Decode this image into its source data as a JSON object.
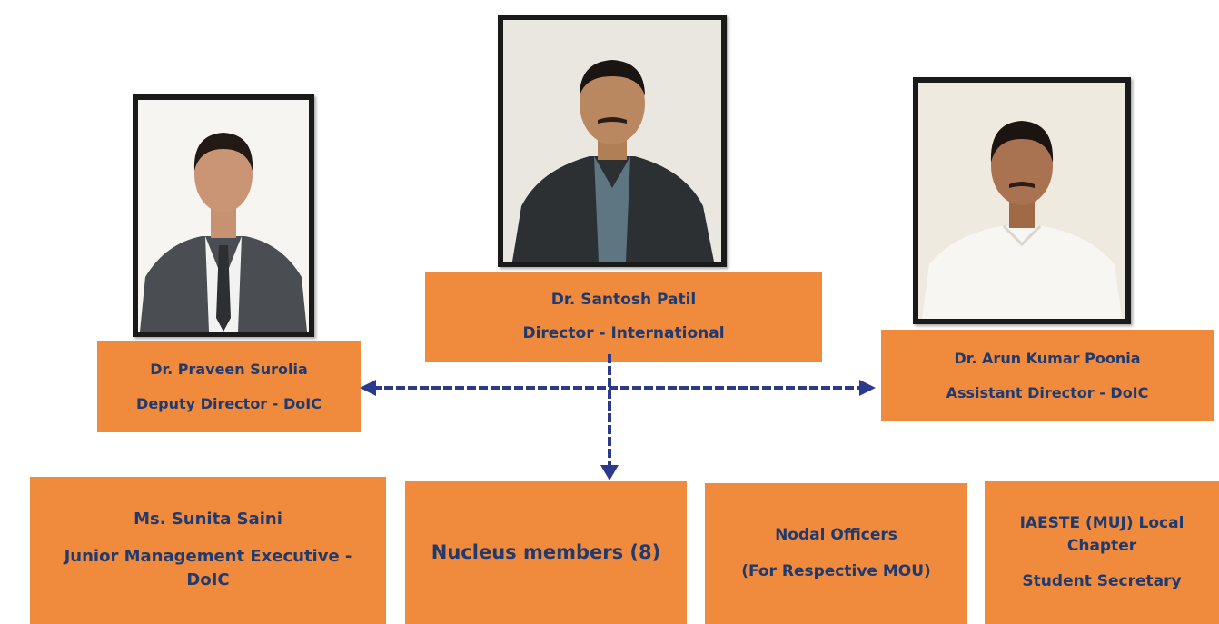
{
  "director": {
    "name": "Dr. Santosh Patil",
    "title": "Director - International"
  },
  "deputy": {
    "name": "Dr. Praveen Surolia",
    "title": "Deputy Director - DoIC"
  },
  "assistant": {
    "name": "Dr. Arun Kumar Poonia",
    "title": "Assistant Director - DoIC"
  },
  "bottom_boxes": [
    {
      "line1": "Ms. Sunita Saini",
      "line2": "Junior Management Executive -",
      "line3": "DoIC"
    },
    {
      "line1": "Nucleus members (8)"
    },
    {
      "line1": "Nodal Officers",
      "line2": "(For Respective MOU)"
    },
    {
      "line1": "IAESTE (MUJ) Local",
      "line2": "Chapter",
      "line3": "Student Secretary"
    }
  ],
  "colors": {
    "box_fill": "#f08a3c",
    "text": "#203a6e",
    "connector": "#2b3a8c"
  },
  "icons": [
    "photo-director",
    "photo-deputy",
    "photo-assistant"
  ]
}
